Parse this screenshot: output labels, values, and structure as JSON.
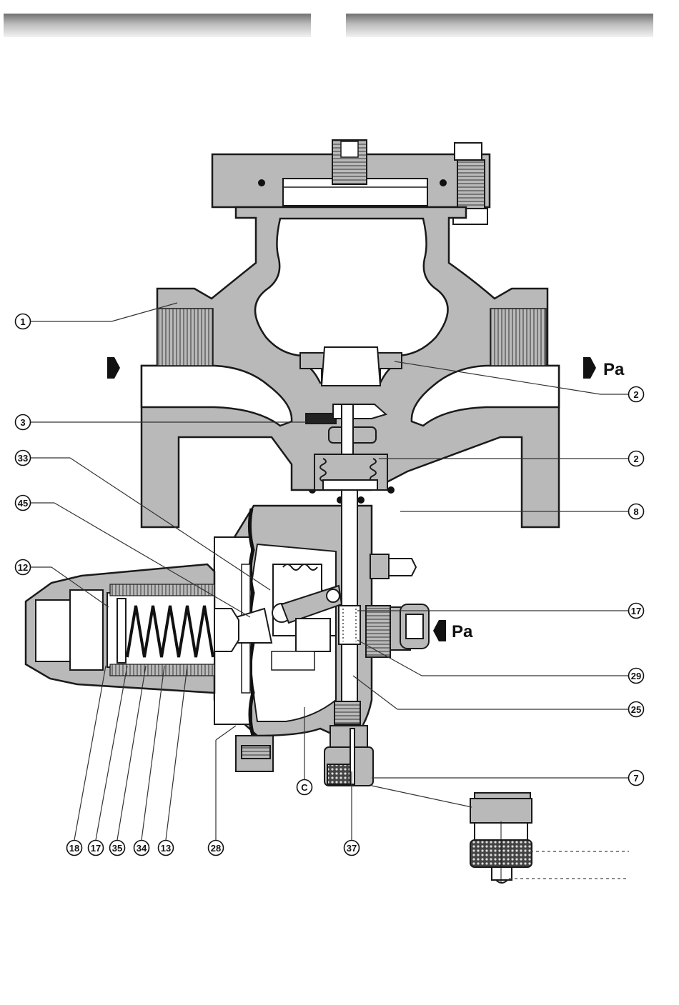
{
  "diagram": {
    "callouts_right": [
      {
        "id": "r2a",
        "label": "2"
      },
      {
        "id": "r2b",
        "label": "2"
      },
      {
        "id": "r8",
        "label": "8"
      },
      {
        "id": "r17",
        "label": "17"
      },
      {
        "id": "r29",
        "label": "29"
      },
      {
        "id": "r25",
        "label": "25"
      },
      {
        "id": "r7",
        "label": "7"
      }
    ],
    "callouts_left": [
      {
        "id": "l1",
        "label": "1"
      },
      {
        "id": "l3",
        "label": "3"
      },
      {
        "id": "l33",
        "label": "33"
      },
      {
        "id": "l45",
        "label": "45"
      },
      {
        "id": "l12",
        "label": "12"
      }
    ],
    "callouts_bottom": [
      {
        "id": "b18",
        "label": "18"
      },
      {
        "id": "b17",
        "label": "17"
      },
      {
        "id": "b35",
        "label": "35"
      },
      {
        "id": "b34",
        "label": "34"
      },
      {
        "id": "b13",
        "label": "13"
      },
      {
        "id": "b28",
        "label": "28"
      },
      {
        "id": "b37",
        "label": "37"
      }
    ],
    "chamber_label": "C",
    "outlet_pressure_label": "Pa",
    "sensing_pressure_label": "Pa",
    "colors": {
      "body_fill": "#b9b9b9",
      "outline": "#1a1a1a",
      "cavity": "#ffffff",
      "dark_part": "#222222"
    }
  }
}
